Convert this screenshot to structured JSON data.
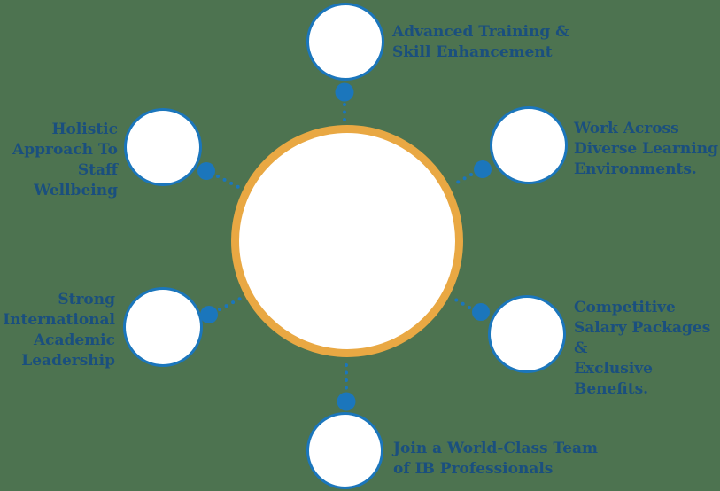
{
  "diagram": {
    "colors": {
      "background_green": "#4d7350",
      "node_border_blue": "#1b76bc",
      "center_border_orange": "#e9a843",
      "label_text_navy": "#1a4f7e",
      "node_fill": "#ffffff"
    },
    "center": {
      "label": ""
    },
    "nodes": [
      {
        "id": "top",
        "label": "Advanced Training &\nSkill Enhancement"
      },
      {
        "id": "top-right",
        "label": "Work Across\nDiverse Learning\nEnvironments."
      },
      {
        "id": "bottom-right",
        "label": "Competitive\nSalary Packages &\nExclusive Benefits."
      },
      {
        "id": "bottom",
        "label": "Join a World-Class Team\nof IB Professionals"
      },
      {
        "id": "bottom-left",
        "label": "Strong\nInternational\nAcademic\nLeadership"
      },
      {
        "id": "top-left",
        "label": "Holistic\nApproach To\nStaff Wellbeing"
      }
    ]
  }
}
